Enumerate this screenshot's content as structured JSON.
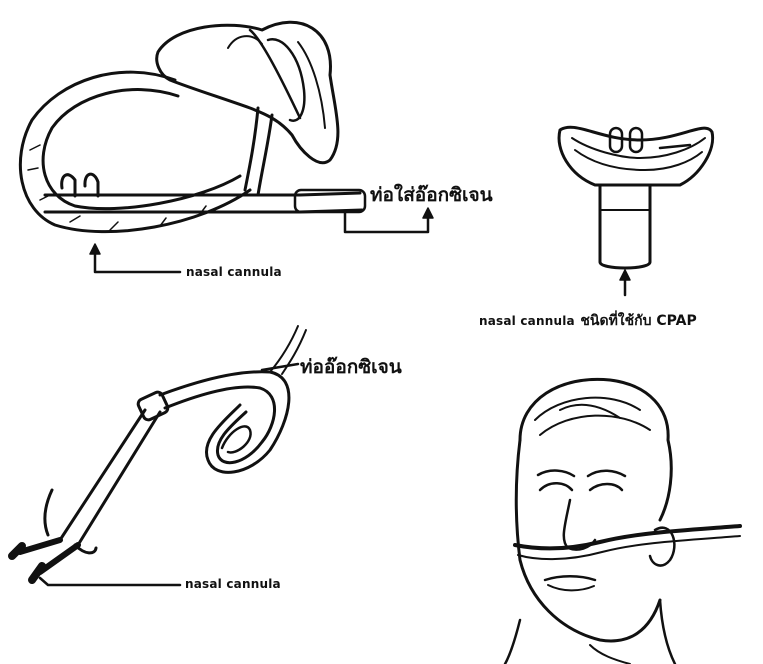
{
  "labels": {
    "oxygen_tube_top": "ท่อใส่อ๊อกซิเจน",
    "nasal_cannula_top": "nasal cannula",
    "cpap_caption_en": "nasal cannula",
    "cpap_caption_th": "ชนิดที่ใช้กับ CPAP",
    "oxygen_tube_bottom": "ท่ออ๊อกซิเจน",
    "nasal_cannula_bottom": "nasal cannula"
  }
}
